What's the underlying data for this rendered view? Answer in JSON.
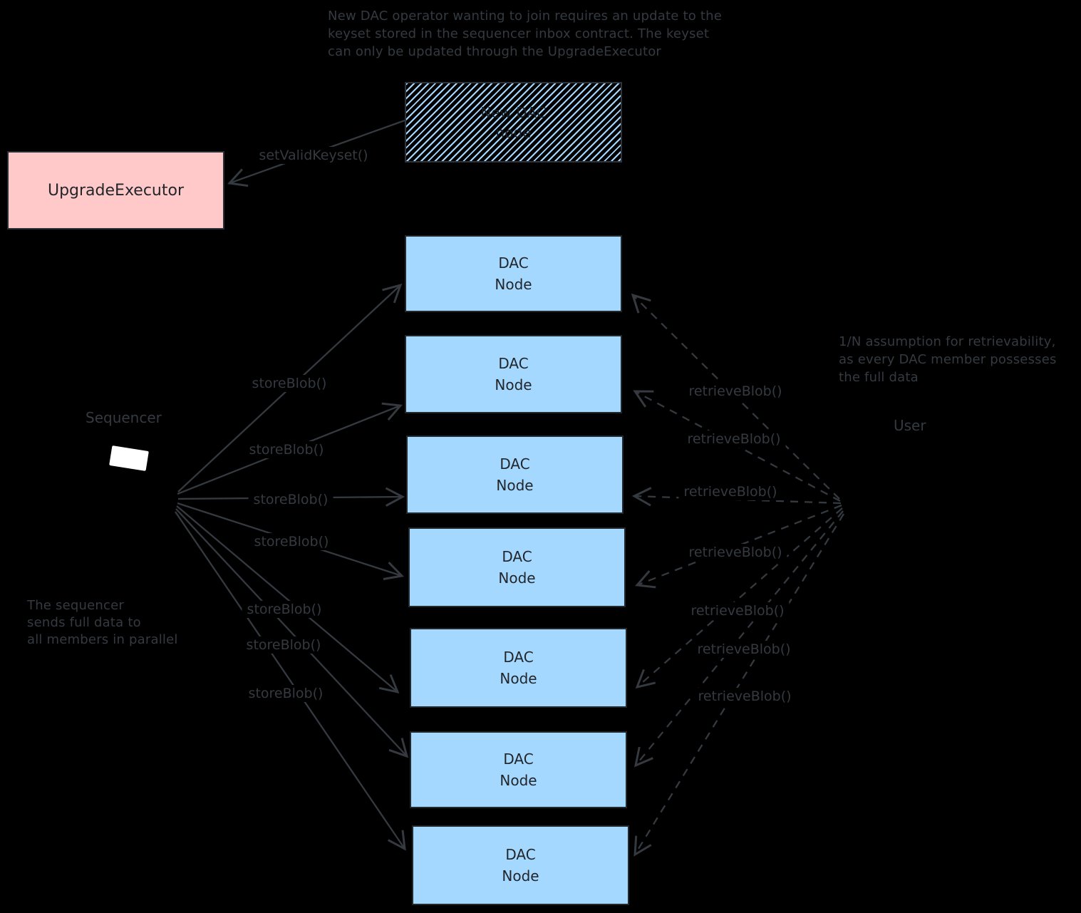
{
  "colors": {
    "background": "#000000",
    "stroke": "#343a40",
    "dac_fill": "#a5d8ff",
    "executor_fill": "#ffc9c9",
    "hatch": "#a5d8ff",
    "screen_fill": "#ffffff",
    "box_text": "#22262b"
  },
  "annotations": {
    "top": "New DAC operator wanting to join requires an update to the\nkeyset stored in the sequencer inbox contract. The keyset\ncan only be updated through the UpgradeExecutor",
    "retrievability": "1/N assumption for retrievability,\nas every DAC member possesses\nthe full data",
    "sequencer_parallel": "The sequencer\nsends full data to\nall members in parallel"
  },
  "boxes": {
    "new_dac_node": {
      "line1": "New DAC",
      "line2": "node"
    },
    "upgrade_executor": {
      "label": "UpgradeExecutor"
    },
    "dac_node": {
      "line1": "DAC",
      "line2": "Node"
    }
  },
  "actors": {
    "sequencer": "Sequencer",
    "user": "User"
  },
  "edge_labels": {
    "set_valid_keyset": "setValidKeyset()",
    "store_blob": "storeBlob()",
    "retrieve_blob": "retrieveBlob()"
  }
}
